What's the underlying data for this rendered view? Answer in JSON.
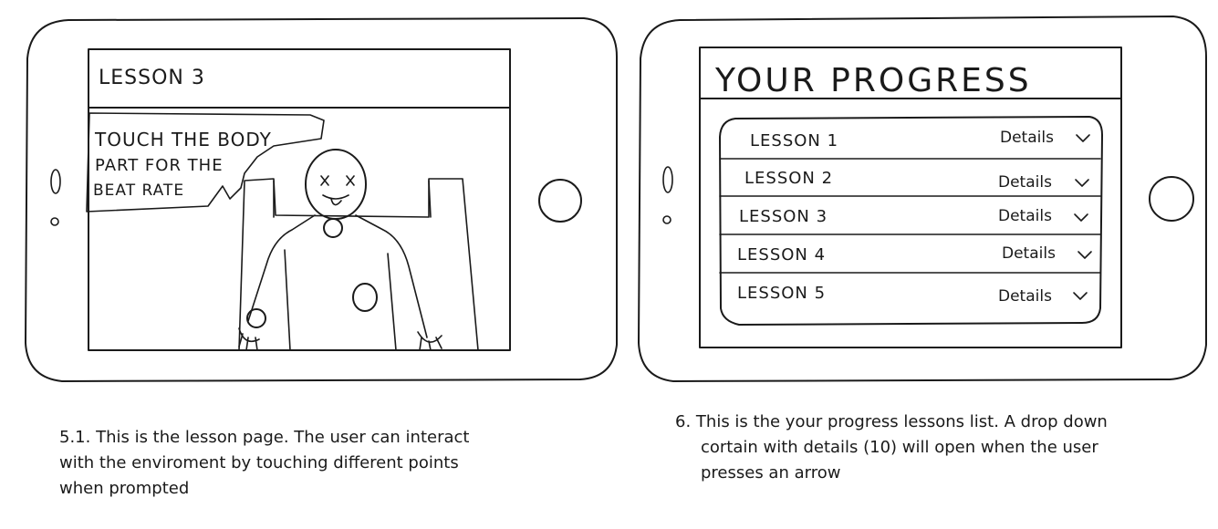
{
  "lesson_screen": {
    "title": "LESSON 3",
    "prompt_lines": [
      "TOUCH THE BODY",
      "PART FOR THE",
      "BEAT RATE"
    ]
  },
  "progress_screen": {
    "title": "YOUR PROGRESS",
    "lessons": [
      {
        "label": "LESSON 1",
        "details": "Details"
      },
      {
        "label": "LESSON 2",
        "details": "Details"
      },
      {
        "label": "LESSON 3",
        "details": "Details"
      },
      {
        "label": "LESSON 4",
        "details": "Details"
      },
      {
        "label": "LESSON 5",
        "details": "Details"
      }
    ],
    "details_icon": "chevron-down-icon"
  },
  "captions": {
    "left": {
      "lines": [
        "5.1.  This is the lesson page. The user can interact",
        "with the enviroment by touching different points",
        "when prompted"
      ]
    },
    "right": {
      "number": "6.",
      "lines": [
        "This is the your progress lessons list. A drop down",
        "cortain with details  (10)  will open when the user",
        "presses an arrow"
      ]
    }
  },
  "colors": {
    "ink": "#1a1a1a",
    "paper": "#ffffff"
  }
}
